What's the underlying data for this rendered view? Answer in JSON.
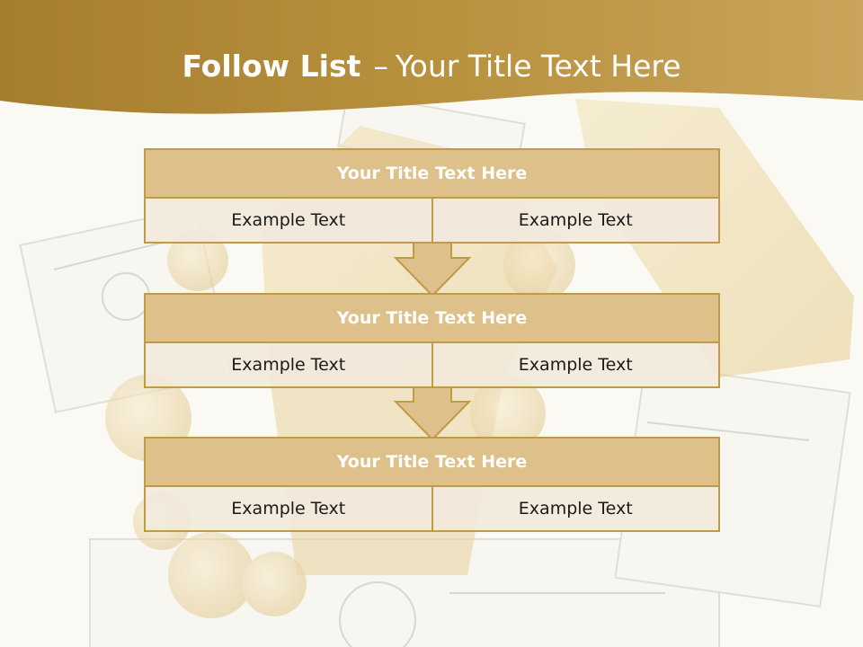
{
  "slide": {
    "title_bold": "Follow List",
    "title_separator": "–",
    "title_rest": "Your Title Text Here"
  },
  "blocks": [
    {
      "title": "Your Title Text Here",
      "cells": [
        "Example Text",
        "Example Text"
      ]
    },
    {
      "title": "Your Title Text Here",
      "cells": [
        "Example Text",
        "Example Text"
      ]
    },
    {
      "title": "Your Title Text Here",
      "cells": [
        "Example Text",
        "Example Text"
      ]
    }
  ],
  "colors": {
    "header_gold": "#b58e3c",
    "title_fill": "#ddc08a",
    "border": "#c09a45",
    "cell_fill": "#f2e9dc"
  }
}
